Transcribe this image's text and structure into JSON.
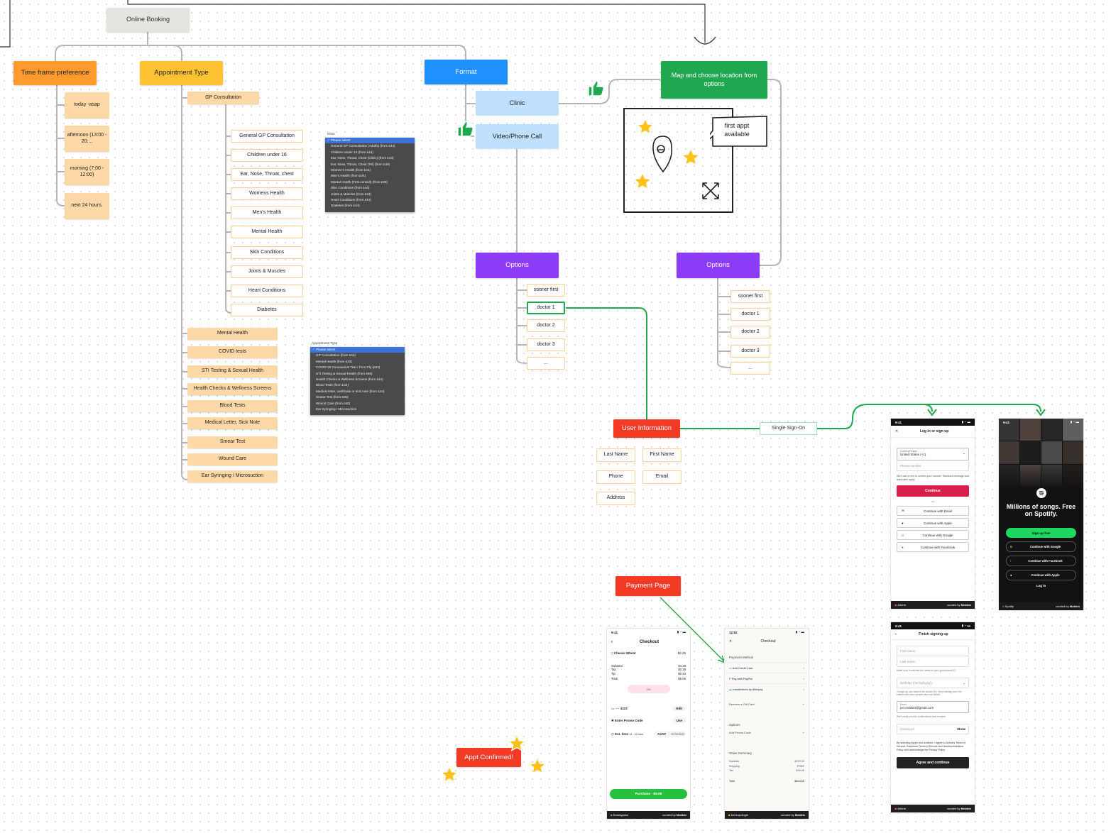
{
  "online_booking": "Online Booking",
  "time_frame": {
    "title": "Time frame preference",
    "options": [
      "today -asap",
      "afternoon (13:00 - 20:...",
      "morning (7:00 - 12:00)",
      "next 24 hours."
    ]
  },
  "appointment_type": {
    "title": "Appointment Type",
    "gp": "GP Consultation",
    "gp_sub": [
      "General GP Consultation",
      "Children under 16",
      "Ear, Nose, Throat, chest",
      "Womens Health",
      "Men's Health",
      "Mental Health",
      "Skin Conditions",
      "Joints & Muscles",
      "Heart Conditions",
      "Diabetes"
    ],
    "types": [
      "Mental Health",
      "COVID tests",
      "STI Testing & Sexual Health",
      "Health Checks & Wellness Screens",
      "Blood Tests",
      "Medical Letter, Sick Note",
      "Smear Test",
      "Wound Care",
      "Ear Syringing / Microsuction"
    ]
  },
  "issue_dropdown": {
    "caption": "Issue",
    "items": [
      "Please select",
      "General GP Consultation (Adults) (from £44)",
      "Children Under 16 (from £44)",
      "Ear, Nose, Throat, Chest (Clinic) (from £44)",
      "Ear, Nose, Throat, Chest (Tel) (from £49)",
      "Women's Health (from £44)",
      "Men's Health (from £44)",
      "Mental Health (First consult) (from £49)",
      "Skin Conditions (from £44)",
      "Joints & Muscles (from £44)",
      "Heart Conditions (from £44)",
      "Diabetes (from £44)"
    ]
  },
  "appt_dropdown": {
    "caption": "Appointment Type",
    "items": [
      "Please select",
      "GP Consultation (from £44)",
      "Mental Health (from £49)",
      "COVID-19 Coronavirus Test / Fit to Fly (£64)",
      "STI Testing & Sexual Health (from £65)",
      "Health Checks & Wellness Screens (from £44)",
      "Blood Tests (from £44)",
      "Medical letter, certificate or sick note (from £44)",
      "Smear Test (from £65)",
      "Wound Care (from £40)",
      "Ear Syringing / Microsuction"
    ]
  },
  "format": {
    "title": "Format",
    "clinic": "Clinic",
    "video": "Video/Phone Call"
  },
  "map": {
    "title": "Map and choose location from options",
    "bubble": "first appt available"
  },
  "options_left": {
    "title": "Options",
    "items": [
      "sooner first",
      "doctor 1",
      "doctor 2",
      "doctor 3",
      "..."
    ]
  },
  "options_right": {
    "title": "Options",
    "items": [
      "sooner first",
      "doctor 1",
      "doctor 2",
      "doctor 3",
      "..."
    ]
  },
  "user_info": {
    "title": "User Information",
    "fields": [
      "Last Name",
      "First Name",
      "Phone",
      "Email",
      "Address"
    ],
    "sso": "Single Sign-On"
  },
  "payment": "Payment Page",
  "confirmed": "Appt Confirmed!",
  "airbnb_login": {
    "time": "9:41",
    "title": "Log in or sign up",
    "region_label": "Country/Region",
    "region": "United States (+1)",
    "phone": "Phone number",
    "note": "We'll call or text to confirm your number. Standard message and data rates apply.",
    "continue": "Continue",
    "or": "or",
    "opts": [
      "Continue with Email",
      "Continue with Apple",
      "Continue with Google",
      "Continue with Facebook"
    ],
    "brand": "Airbnb",
    "curated": "curated by",
    "mobbin": "Mobbin"
  },
  "spotify": {
    "time": "9:41",
    "headline": "Millions of songs. Free on Spotify.",
    "signup": "Sign up free",
    "opts": [
      "Continue with Google",
      "Continue with Facebook",
      "Continue with Apple"
    ],
    "login": "Log in",
    "brand": "Spotify",
    "curated": "curated by",
    "mobbin": "Mobbin"
  },
  "airbnb_signup": {
    "time": "9:41",
    "title": "Finish signing up",
    "first": "First name",
    "last": "Last name",
    "name_note": "Make sure it matches the name on your government ID.",
    "birthday": "Birthday (mm/dd/yyyy)",
    "bday_note": "To sign up, you need to be at least 18. Your birthday won't be shared with other people who use Airbnb.",
    "email_label": "Email",
    "email": "jon.mobbin@gmail.com",
    "email_note": "We'll email you trip confirmations and receipts.",
    "password": "Password",
    "show": "Show",
    "terms": "By selecting Agree and continue, I agree to Airbnb's Terms of Service, Payments Terms of Service and Nondiscrimination Policy and acknowledge the Privacy Policy.",
    "agree": "Agree and continue",
    "brand": "Airbnb",
    "curated": "curated by",
    "mobbin": "Mobbin"
  },
  "checkout1": {
    "time": "9:41",
    "title": "Checkout",
    "item": "Cheese Wheat",
    "item_price": "$4.25",
    "rows": [
      [
        "Subtotal",
        "$4.25"
      ],
      [
        "Tax",
        "$0.38"
      ],
      [
        "Tip",
        "$0.43"
      ],
      [
        "Total",
        "$5.06"
      ]
    ],
    "gift": "Gift",
    "card": "···· 4322",
    "edit": "Edit",
    "promo": "Enter Promo Code",
    "use": "Use",
    "est": "Est. time",
    "est_range": "14 - 19 mins",
    "asap": "ASAP",
    "schedule": "Schedule",
    "purchase": "Purchase · $5.06",
    "brand": "Bossbypass",
    "curated": "curated by",
    "mobbin": "Mobbin"
  },
  "checkout2": {
    "time": "12:52",
    "title": "Checkout",
    "payment_method": "Payment Method",
    "methods": [
      "Add Credit Card",
      "Pay with PayPal",
      "Installments by Afterpay"
    ],
    "gift": "Redeem a Gift Card",
    "options": "Options",
    "promo": "Add Promo Code",
    "summary": "Order Summary",
    "rows": [
      [
        "Subtotal",
        "$370.00"
      ],
      [
        "Shipping",
        "FREE"
      ],
      [
        "Tax",
        "$34.65"
      ],
      [
        "Total",
        "$404.65"
      ]
    ],
    "brand": "Anthropologie",
    "curated": "curated by",
    "mobbin": "Mobbin"
  },
  "colors": {
    "orange": "#ff9a2e",
    "yellow": "#ffc233",
    "blue": "#1e90ff",
    "green": "#1fa84f",
    "purple": "#8c3cf7",
    "red": "#f23a24",
    "sticky": "#ffd8a8"
  }
}
